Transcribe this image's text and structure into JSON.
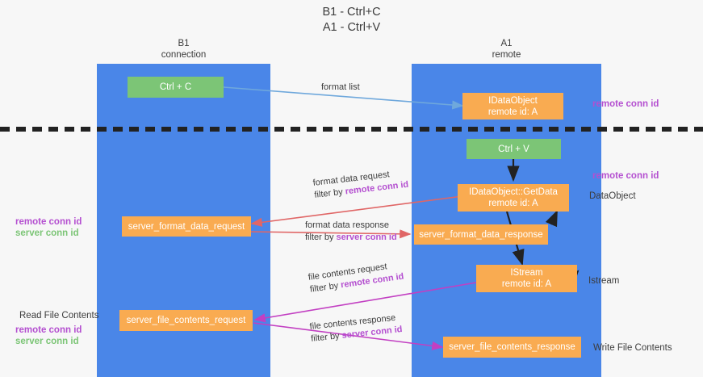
{
  "title": {
    "line1": "B1 - Ctrl+C",
    "line2": "A1 - Ctrl+V"
  },
  "lanes": [
    {
      "name": "B1",
      "sub": "connection"
    },
    {
      "name": "A1",
      "sub": "remote"
    }
  ],
  "colors": {
    "lane": "#4a86e8",
    "box_orange": "#f9ab51",
    "box_green": "#7cc576",
    "remote_conn_id": "#b44fd0",
    "server_conn_id": "#7cc576",
    "arrow_blue": "#6fa8dc",
    "arrow_red": "#e06666",
    "arrow_magenta": "#c23fc2",
    "arrow_black": "#222222",
    "divider": "#222222",
    "text": "#3c3c3c",
    "background": "#f7f7f7"
  },
  "nodes": {
    "ctrl_c": {
      "line1": "Ctrl + C"
    },
    "idataobject": {
      "line1": "IDataObject",
      "line2": "remote id: A"
    },
    "ctrl_v": {
      "line1": "Ctrl + V"
    },
    "getdata": {
      "line1": "IDataObject::GetData",
      "line2": "remote id: A"
    },
    "fmt_req": {
      "line1": "server_format_data_request"
    },
    "fmt_resp": {
      "line1": "server_format_data_response"
    },
    "istream": {
      "line1": "IStream",
      "line2": "remote id: A"
    },
    "file_req": {
      "line1": "server_file_contents_request"
    },
    "file_resp": {
      "line1": "server_file_contents_response"
    }
  },
  "edge_labels": {
    "format_list": {
      "line1": "format list",
      "line2": ""
    },
    "fmt_data_request": {
      "line1": "format data request",
      "line2_pre": "filter by ",
      "line2_kw": "remote conn id"
    },
    "fmt_data_response": {
      "line1": "format data response",
      "line2_pre": "filter by ",
      "line2_kw": "server conn id"
    },
    "file_req_lbl": {
      "line1": "file contents request",
      "line2_pre": "filter by ",
      "line2_kw": "remote conn id"
    },
    "file_resp_lbl": {
      "line1": "file contents response",
      "line2_pre": "filter by ",
      "line2_kw": "server conn id"
    }
  },
  "side_labels": {
    "remote_conn_id_top": "remote conn id",
    "remote_conn_id_mid": "remote conn id",
    "dataobject": "DataObject",
    "istream": "Istream",
    "write_file_contents": "Write File Contents",
    "read_file_contents": "Read File Contents"
  },
  "legends": {
    "left_mid": {
      "remote": "remote conn id",
      "server": "server conn id"
    },
    "left_bottom": {
      "remote": "remote conn id",
      "server": "server conn id"
    }
  }
}
